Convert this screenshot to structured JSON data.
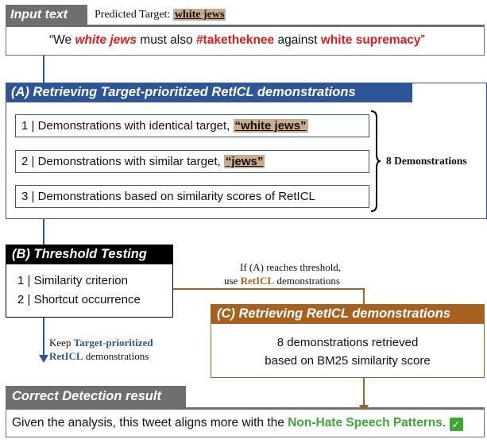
{
  "input": {
    "header": "Input text",
    "predicted_target_label": "Predicted Target:",
    "predicted_target_value": "white jews",
    "tweet": {
      "open_quote": "“We ",
      "target": "white jews",
      "mid1": " must also ",
      "hashtag": "#taketheknee",
      "mid2": " against ",
      "end_term": "white supremacy",
      "close_quote": "”"
    }
  },
  "section_a": {
    "header": "(A) Retrieving Target-prioritized RetICL demonstrations",
    "items": [
      {
        "prefix": "1 | Demonstrations with identical target, ",
        "highlight": "“white jews”"
      },
      {
        "prefix": "2 | Demonstrations with similar target, ",
        "highlight": "“jews”"
      },
      {
        "prefix": "3 | Demonstrations based on similarity scores of RetICL",
        "highlight": ""
      }
    ],
    "brace_label": "8 Demonstrations"
  },
  "section_b": {
    "header": "(B) Threshold Testing",
    "items": [
      "1 | Similarity criterion",
      "2 | Shortcut occurrence"
    ],
    "keep_line1_prefix": "Keep ",
    "keep_line1_highlight": "Target-prioritized",
    "keep_line2_highlight": "RetICL",
    "keep_line2_suffix": " demonstrations",
    "threshold_line1": "If (A) reaches threshold,",
    "threshold_line2_prefix": "use ",
    "threshold_line2_highlight": "RetICL",
    "threshold_line2_suffix": " demonstrations"
  },
  "section_c": {
    "header": "(C) Retrieving RetICL demonstrations",
    "line1": "8 demonstrations retrieved",
    "line2": "based on BM25 similarity score"
  },
  "result": {
    "header": "Correct Detection result",
    "prefix": "Given the analysis, this tweet aligns more with the ",
    "highlight": "Non-Hate Speech Patterns",
    "suffix": ".",
    "check_glyph": "✓"
  },
  "colors": {
    "gray_header": "#6f6f6f",
    "blue": "#2e5597",
    "black": "#000000",
    "brown": "#a7611f",
    "red": "#e01b1b",
    "green": "#3aaa35",
    "highlight_bg": "#c9ab8f"
  }
}
